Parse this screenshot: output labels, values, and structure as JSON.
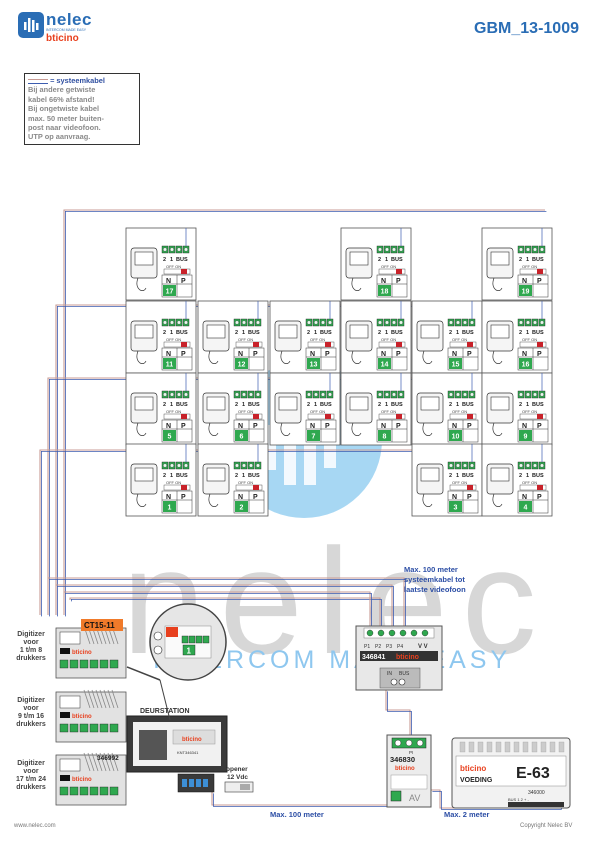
{
  "header": {
    "logo_name": "nelec",
    "logo_tagline": "INTERCOM MADE EASY",
    "logo_brand": "bticino",
    "doc_code": "GBM_13-1009"
  },
  "note": {
    "title": "= systeemkabel",
    "lines": [
      "Bij andere getwiste",
      "kabel 66% afstand!",
      "Bij ongetwiste kabel",
      "max. 50 meter buiten-",
      "post naar videofoon.",
      "UTP op aanvraag."
    ]
  },
  "watermark": {
    "word": "nelec",
    "tagline": "INTERCOM MADE EASY"
  },
  "videophone": {
    "term_1": "2",
    "term_2": "1",
    "term_bus": "BUS",
    "switch_label": "OFF ON",
    "n_label": "N",
    "p_label": "P"
  },
  "units": [
    {
      "id": "17"
    },
    {
      "id": "18"
    },
    {
      "id": "19"
    },
    {
      "id": "11"
    },
    {
      "id": "12"
    },
    {
      "id": "13"
    },
    {
      "id": "14"
    },
    {
      "id": "15"
    },
    {
      "id": "16"
    },
    {
      "id": "5"
    },
    {
      "id": "6"
    },
    {
      "id": "7"
    },
    {
      "id": "8"
    },
    {
      "id": "10"
    },
    {
      "id": "9"
    },
    {
      "id": "1"
    },
    {
      "id": "2"
    },
    {
      "id": "3"
    },
    {
      "id": "4"
    }
  ],
  "distributor": {
    "model": "346841",
    "brand": "bticino",
    "ports": [
      "P1",
      "P2",
      "P3",
      "P4"
    ],
    "out_label": "V V",
    "in_label": "IN",
    "bus_label": "BUS"
  },
  "power_interface": {
    "model": "346830",
    "brand": "bticino",
    "pi_label": "PI",
    "av_label": "AV"
  },
  "supply": {
    "brand": "bticino",
    "code": "E-63",
    "label": "VOEDING",
    "model": "346000",
    "terms": "BUS  1  2  +  -"
  },
  "digitizers": [
    {
      "label": "Digitizer voor 1 t/m 8 drukkers",
      "lines": [
        "Digitizer",
        "voor",
        "1 t/m 8",
        "drukkers"
      ]
    },
    {
      "label": "Digitizer voor 9 t/m 16 drukkers",
      "lines": [
        "Digitizer",
        "voor",
        "9 t/m 16",
        "drukkers"
      ]
    },
    {
      "label": "Digitizer voor 17 t/m 24 drukkers",
      "lines": [
        "Digitizer",
        "voor",
        "17 t/m 24",
        "drukkers"
      ]
    }
  ],
  "dig_module": {
    "code": "CT15-11",
    "brand": "bticino",
    "model": "346992"
  },
  "door_station": {
    "title": "DEURSTATION",
    "brand": "bticino",
    "model": "KNT346341"
  },
  "inset": {
    "badge": "1"
  },
  "opener": {
    "label1": "opener",
    "label2": "12 Vdc"
  },
  "labels": {
    "cable_note": [
      "Max. 100 meter",
      "systeemkabel tot",
      "laatste videofoon"
    ],
    "max100": "Max. 100 meter",
    "max2": "Max. 2 meter"
  },
  "footer": {
    "left": "www.nelec.com",
    "right": "Copyright Nelec BV"
  },
  "colors": {
    "brand_blue": "#2a6db5",
    "bticino_red": "#e8401e",
    "terminal_green": "#2fa84f",
    "cable_blue": "#3d5db0",
    "cable_rose": "#c89b94"
  }
}
